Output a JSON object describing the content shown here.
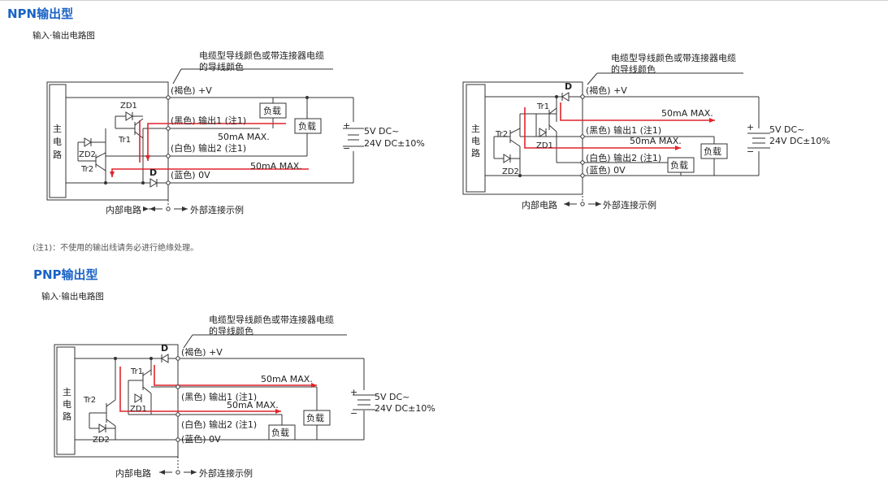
{
  "npn": {
    "title": "NPN输出型",
    "subtitle": "输入·输出电路图",
    "note": "(注1)：不使用的输出线请务必进行绝缘处理。"
  },
  "pnp": {
    "title": "PNP输出型",
    "subtitle": "输入·输出电路图"
  },
  "labels": {
    "cable_line1": "电缆型导线颜色或带连接器电缆",
    "cable_line2": "的导线颜色",
    "main_circuit_1": "主",
    "main_circuit_2": "电",
    "main_circuit_3": "路",
    "brown_v": "(褐色) +V",
    "black_out1": "(黑色) 输出1 (注1)",
    "white_out2": "(白色) 输出2 (注1)",
    "blue_0v": "(蓝色) 0V",
    "load": "负载",
    "current": "50mA  MAX.",
    "supply1": "5V DC~",
    "supply2": "24V DC±10%",
    "plus": "+",
    "minus": "−",
    "internal": "内部电路",
    "external": "外部连接示例",
    "tr1": "Tr1",
    "tr2": "Tr2",
    "zd1": "ZD1",
    "zd2": "ZD2",
    "d": "D"
  },
  "colors": {
    "heading": "#1a63c6",
    "line": "#333333",
    "current_arrow": "#e0242b"
  }
}
